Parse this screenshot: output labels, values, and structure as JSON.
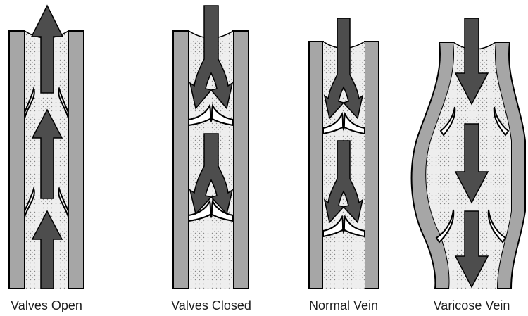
{
  "colors": {
    "wall": "#a6a6a6",
    "outline": "#000000",
    "lumen": "#eeeeee",
    "arrow": "#4d4d4d",
    "background": "#ffffff"
  },
  "panels": [
    {
      "id": "valves-open",
      "label": "Valves Open",
      "flow": "up",
      "valves": "open"
    },
    {
      "id": "valves-closed",
      "label": "Valves Closed",
      "flow": "down-blocked",
      "valves": "closed"
    },
    {
      "id": "normal-vein",
      "label": "Normal Vein",
      "flow": "down-blocked",
      "valves": "closed"
    },
    {
      "id": "varicose-vein",
      "label": "Varicose Vein",
      "flow": "down",
      "valves": "incompetent"
    }
  ]
}
